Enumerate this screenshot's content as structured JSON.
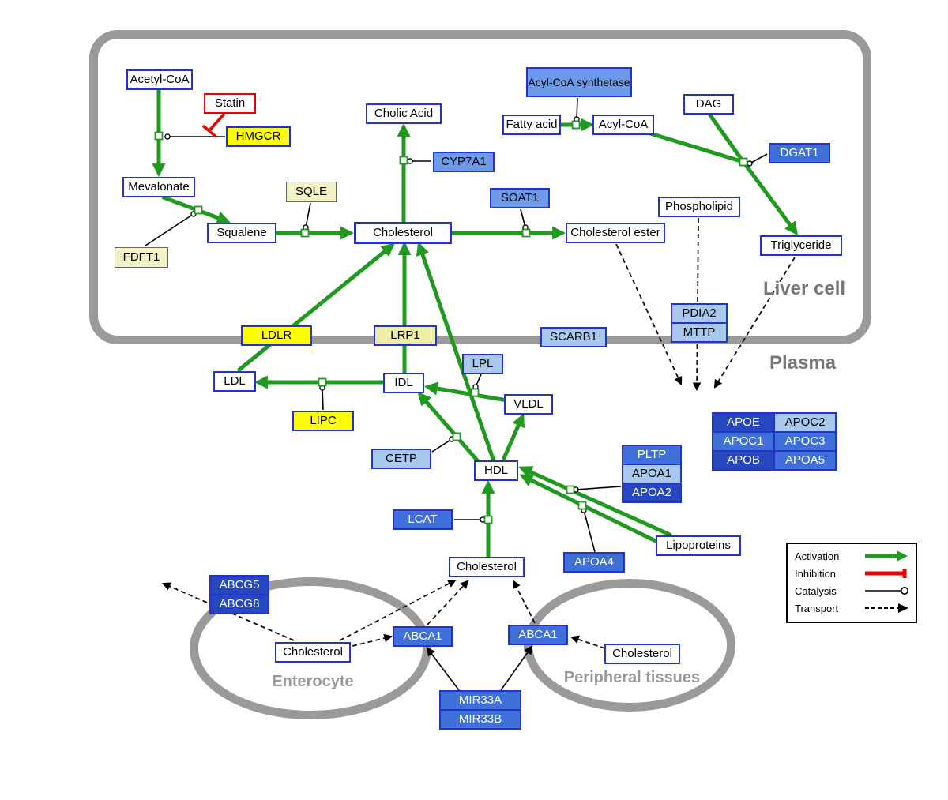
{
  "regions": {
    "liver": "Liver cell",
    "plasma": "Plasma",
    "enterocyte": "Enterocyte",
    "peripheral": "Peripheral tissues"
  },
  "legend": {
    "activation": "Activation",
    "inhibition": "Inhibition",
    "catalysis": "Catalysis",
    "transport": "Transport"
  },
  "colors": {
    "activation_green": "#1f9a1f",
    "inhibition_red": "#ee0000",
    "membrane_gray": "#9a9a9a",
    "gene_yellow": "#ffff00",
    "gene_blue_light": "#a8c8ee",
    "gene_blue_medium": "#6d9ae6",
    "gene_blue_dark": "#3f6fd8",
    "gene_blue_darkest": "#2747c0",
    "node_border_blue": "#2533cc"
  },
  "nodes": {
    "acetyl_coa": "Acetyl-CoA",
    "statin": "Statin",
    "hmgcr": "HMGCR",
    "mevalonate": "Mevalonate",
    "sqle": "SQLE",
    "fdft1": "FDFT1",
    "squalene": "Squalene",
    "cholic_acid": "Cholic Acid",
    "cyp7a1": "CYP7A1",
    "cholesterol_liver": "Cholesterol",
    "soat1": "SOAT1",
    "cholesterol_ester": "Cholesterol ester",
    "acyl_coa_synthetase": "Acyl-CoA synthetase",
    "fatty_acid": "Fatty acid",
    "acyl_coa": "Acyl-CoA",
    "dag": "DAG",
    "dgat1": "DGAT1",
    "phospholipid": "Phospholipid",
    "triglyceride": "Triglyceride",
    "pdia2": "PDIA2",
    "mttp": "MTTP",
    "ldlr": "LDLR",
    "lrp1": "LRP1",
    "scarb1": "SCARB1",
    "ldl": "LDL",
    "idl": "IDL",
    "lpl": "LPL",
    "vldl": "VLDL",
    "lipc": "LIPC",
    "cetp": "CETP",
    "hdl": "HDL",
    "lcat": "LCAT",
    "pltp": "PLTP",
    "apoa1": "APOA1",
    "apoa2": "APOA2",
    "apoa4": "APOA4",
    "lipoproteins": "Lipoproteins",
    "apoe": "APOE",
    "apoc2": "APOC2",
    "apoc1": "APOC1",
    "apoc3": "APOC3",
    "apob": "APOB",
    "apoa5": "APOA5",
    "cholesterol_plasma": "Cholesterol",
    "abcg5": "ABCG5",
    "abcg8": "ABCG8",
    "cholesterol_enterocyte": "Cholesterol",
    "abca1_enterocyte": "ABCA1",
    "abca1_peripheral": "ABCA1",
    "cholesterol_peripheral": "Cholesterol",
    "mir33a": "MIR33A",
    "mir33b": "MIR33B"
  }
}
